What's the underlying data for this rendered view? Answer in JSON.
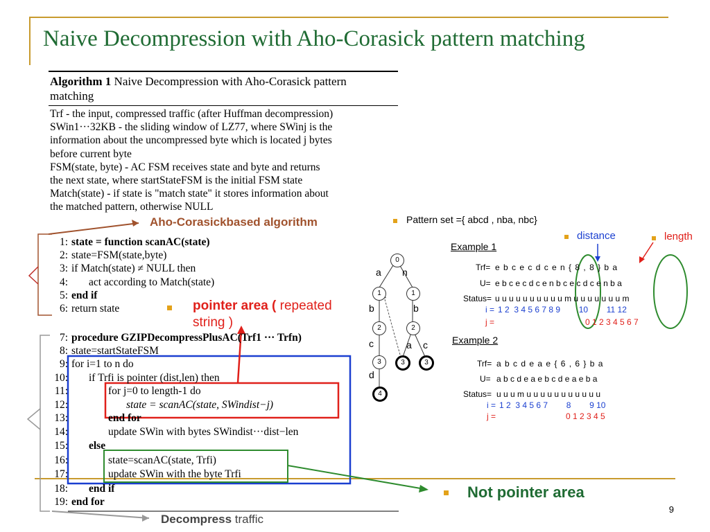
{
  "slide": {
    "title": "Naive Decompression with Aho-Corasick pattern matching",
    "page_number": "9"
  },
  "algorithm": {
    "header_bold": "Algorithm 1",
    "header_text": "Naive Decompression with Aho-Corasick pattern",
    "header_text2": "matching",
    "desc": [
      "Trf - the input, compressed traffic (after Huffman decompression)",
      "SWin1···32KB - the sliding window of LZ77, where SWinj is the",
      "information about the uncompressed byte which is located j bytes",
      "before current byte",
      "FSM(state, byte) - AC FSM receives state and byte and returns",
      "the next state, where startStateFSM is the initial FSM state",
      "Match(state) - if state is \"match state\" it stores information about",
      "the matched pattern, otherwise NULL"
    ],
    "lines": [
      {
        "n": "1:",
        "t": "state = function scanAC(state)"
      },
      {
        "n": "2:",
        "t": "state=FSM(state,byte)"
      },
      {
        "n": "3:",
        "t": "if Match(state) ≠ NULL then"
      },
      {
        "n": "4:",
        "t": "act according to Match(state)"
      },
      {
        "n": "5:",
        "t": "end if"
      },
      {
        "n": "6:",
        "t": "return state"
      },
      {
        "n": "7:",
        "t": "procedure GZIPDecompressPlusAC(Trf1 ··· Trfn)"
      },
      {
        "n": "8:",
        "t": "state=startStateFSM"
      },
      {
        "n": "9:",
        "t": "for i=1 to n do"
      },
      {
        "n": "10:",
        "t": "if Trfi is pointer (dist,len) then"
      },
      {
        "n": "11:",
        "t": "for j=0 to length-1 do"
      },
      {
        "n": "12:",
        "t": "state = scanAC(state, SWindist−j)"
      },
      {
        "n": "13:",
        "t": "end for"
      },
      {
        "n": "14:",
        "t": "update SWin with bytes SWindist···dist−len"
      },
      {
        "n": "15:",
        "t": "else"
      },
      {
        "n": "16:",
        "t": "state=scanAC(state, Trfi)"
      },
      {
        "n": "17:",
        "t": "update SWin with the byte Trfi"
      },
      {
        "n": "18:",
        "t": "end if"
      },
      {
        "n": "19:",
        "t": "end for"
      }
    ]
  },
  "annotations": {
    "aho_label": "Aho-Corasickbased algorithm",
    "pattern_set": "Pattern set ={ abcd , nba, nbc}",
    "pointer_area_bold": "pointer area (",
    "pointer_area_rest": " repeated",
    "pointer_area_line2": "string )",
    "not_pointer": "Not pointer area",
    "decompress_bold": "Decompress",
    "decompress_rest": " traffic",
    "distance": "distance",
    "length": "length"
  },
  "tree": {
    "edge_labels": [
      "a",
      "n",
      "b",
      "b",
      "c",
      "a",
      "c",
      "d"
    ],
    "nodes": [
      "0",
      "1",
      "1",
      "2",
      "2",
      "3",
      "3",
      "3",
      "4"
    ]
  },
  "example1": {
    "title": "Example 1",
    "trf_label": "Trf=",
    "trf": "e b c e c d c e n { 8 , 8 } b a",
    "u_label": "U=",
    "u": "e b c e c d c e n b c e c d c e n b a",
    "status_label": "Status=",
    "status": "u u u u u u u u u u m u u u u u u u m",
    "i_label": "i =",
    "i": "1 2  3 4 5 6 7 8 9        10        11 12",
    "j_label": "j =",
    "j": "0 1 2 3 4 5 6 7"
  },
  "example2": {
    "title": "Example 2",
    "trf_label": "Trf=",
    "trf": "a b c d e a e { 6 , 6 } b a",
    "u_label": "U=",
    "u": "a b c d e a e b c d e a e b a",
    "status_label": "Status=",
    "status": "u u u m u u u u u u u u u u u",
    "i_label": "i =",
    "i": "1 2  3 4 5 6 7        8        9 10",
    "j_label": "j =",
    "j": "0 1 2 3 4 5"
  },
  "colors": {
    "title": "#1f6b33",
    "accent": "#c89a2e",
    "aho_label": "#a0522d",
    "red": "#e0201a",
    "blue": "#1a3fd0",
    "green": "#2e8b2e"
  }
}
